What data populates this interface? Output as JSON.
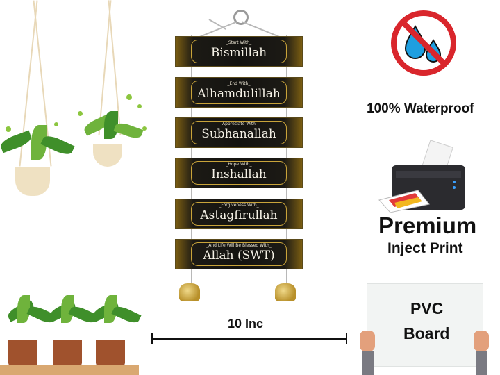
{
  "signs": [
    {
      "subtitle": "_Start With_",
      "title": "Bismillah"
    },
    {
      "subtitle": "_End With_",
      "title": "Alhamdulillah"
    },
    {
      "subtitle": "_Appreciate With_",
      "title": "Subhanallah"
    },
    {
      "subtitle": "_Hope With_",
      "title": "Inshallah"
    },
    {
      "subtitle": "_Forgiveness With_",
      "title": "Astagfirullah"
    },
    {
      "subtitle": "_And Life Will Be Blessed With_",
      "title": "Allah (SWT)"
    }
  ],
  "features": {
    "waterproof": "100% Waterproof",
    "print_title": "Premium",
    "print_subtitle": "Inject Print",
    "board_line1": "PVC",
    "board_line2": "Board",
    "width_label": "10 Inc"
  },
  "colors": {
    "no_symbol": "#d9262c",
    "water_drop": "#1e9fe0",
    "leaf": "#3f8f2a",
    "pot": "#a0522d",
    "shelf": "#d9a871"
  },
  "icons": [
    "no-water-icon",
    "printer-icon"
  ]
}
